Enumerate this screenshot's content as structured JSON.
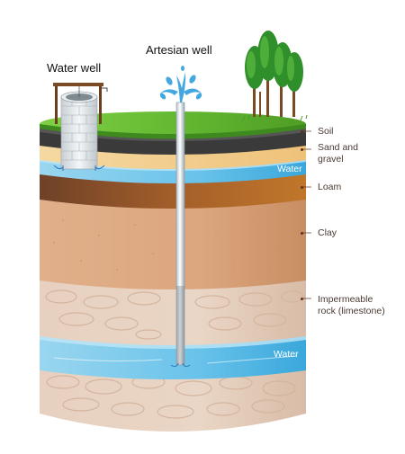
{
  "titles": {
    "water_well": "Water well",
    "artesian_well": "Artesian well"
  },
  "layers": {
    "soil": "Soil",
    "sand_gravel_line1": "Sand and",
    "sand_gravel_line2": "gravel",
    "water_upper": "Water",
    "loam": "Loam",
    "clay": "Clay",
    "rock_line1": "Impermeable",
    "rock_line2": "rock (limestone)",
    "water_lower": "Water"
  }
}
